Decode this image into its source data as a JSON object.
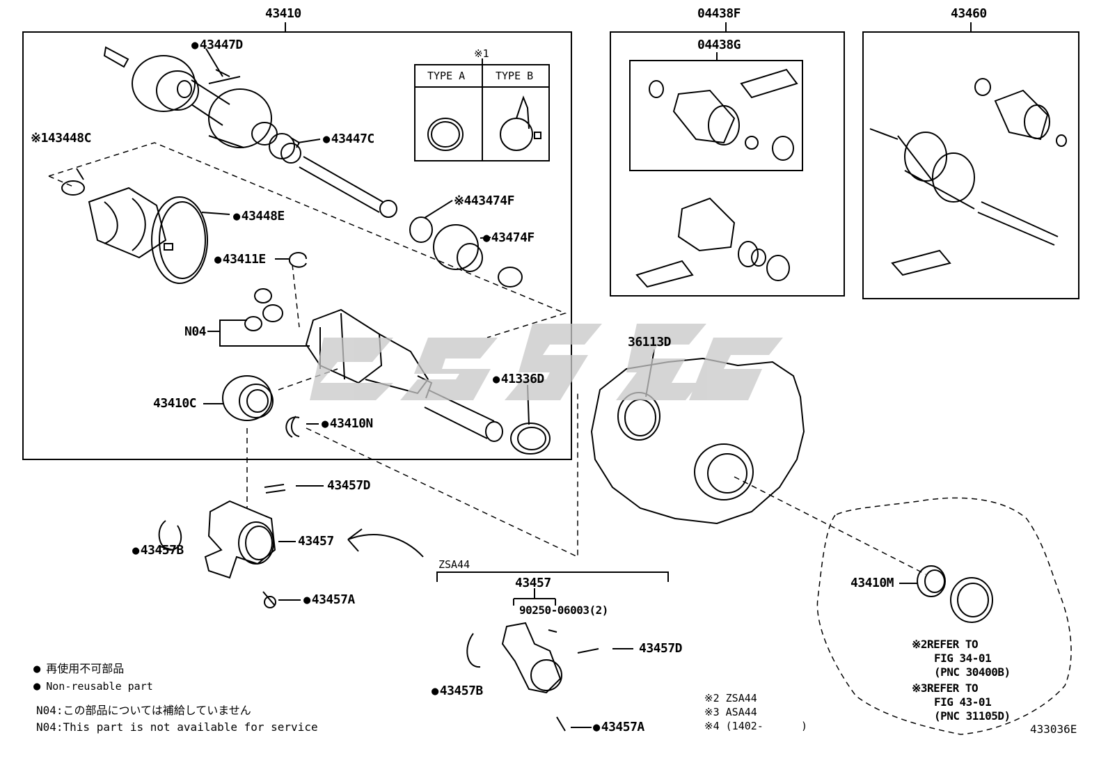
{
  "diagram_id": "433036E",
  "watermark_icon": "shop-logo-watermark",
  "colors": {
    "line": "#000000",
    "watermark": "#c8c8c8",
    "background": "#ffffff"
  },
  "assemblies": [
    {
      "pnc": "43410"
    },
    {
      "pnc": "04438F",
      "inner": "04438G"
    },
    {
      "pnc": "43460"
    }
  ],
  "types_table": {
    "note": "※1",
    "columns": [
      "TYPE A",
      "TYPE B"
    ]
  },
  "parts": {
    "p43447D_top": "43447D",
    "p43448C": "43448C",
    "p43448C_note": "※1",
    "p43447C": "43447C",
    "p43474F_a": "43474F",
    "p43474F_a_note": "※4",
    "p43474F_b": "43474F",
    "p43448E": "43448E",
    "p43411E": "43411E",
    "pN04": "N04",
    "p41336D": "41336D",
    "p43410C": "43410C",
    "p43410N": "43410N",
    "p36113D": "36113D",
    "p43457D_left": "43457D",
    "p43457_left": "43457",
    "p43457B_left": "43457B",
    "p43457A_left": "43457A",
    "zsa_label": "ZSA44",
    "p43457_zsa": "43457",
    "p90250": "90250-06003(2)",
    "p43457D_zsa": "43457D",
    "p43457B_zsa": "43457B",
    "p43457A_zsa": "43457A",
    "p43410M": "43410M"
  },
  "refer": [
    {
      "mark": "※2",
      "line1": "REFER TO",
      "line2": "FIG 34-01",
      "line3": "(PNC 30400B)"
    },
    {
      "mark": "※3",
      "line1": "REFER TO",
      "line2": "FIG 43-01",
      "line3": "(PNC 31105D)"
    }
  ],
  "legend": {
    "nonreusable_jp": "再使用不可部品",
    "nonreusable_en": "Non-reusable part",
    "n04_jp": "N04:この部品については補給していません",
    "n04_en": "N04:This part is not available for service"
  },
  "footnotes": [
    "※2 ZSA44",
    "※3 ASA44",
    "※4 (1402-      )"
  ]
}
